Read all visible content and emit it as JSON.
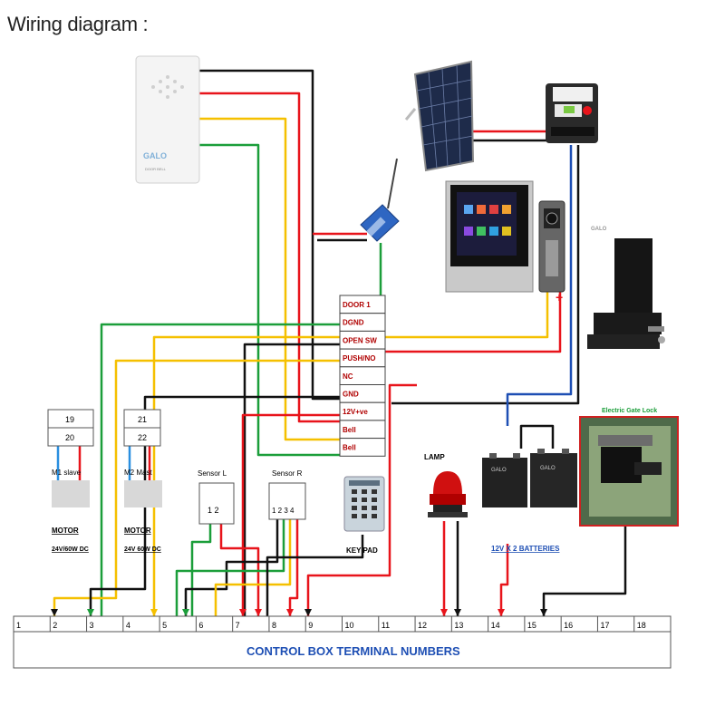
{
  "header": {
    "title": "Wiring diagram :"
  },
  "devices": {
    "doorbell_brand": "GALO",
    "doorbell_sub": "DOOR BELL",
    "lock_brand": "GALO",
    "lock_title": "Electric Gate Lock",
    "lamp": "LAMP",
    "keypad": "KEY PAD",
    "batteries": "12V X 2 BATTERIES",
    "battery_brand": "GALO",
    "sensor_l": "Sensor L",
    "sensor_l_pins": "1  2",
    "sensor_r": "Sensor R",
    "sensor_r_pins": "1 2 3 4"
  },
  "motors": {
    "m1_top": "19",
    "m1_bottom": "20",
    "m1_name": "M1 slave",
    "m1_type": "MOTOR",
    "m1_spec": "24V/60W DC",
    "m2_top": "21",
    "m2_bottom": "22",
    "m2_name": "M2 Mast",
    "m2_type": "MOTOR",
    "m2_spec": "24V 60W DC"
  },
  "ports": [
    "DOOR 1",
    "DGND",
    "OPEN SW",
    "PUSH/NO",
    "NC",
    "GND",
    "12V+ve",
    "Bell",
    "Bell"
  ],
  "terminal_numbers": [
    "1",
    "2",
    "3",
    "4",
    "5",
    "6",
    "7",
    "8",
    "9",
    "10",
    "11",
    "12",
    "13",
    "14",
    "15",
    "16",
    "17",
    "18"
  ],
  "control_box": {
    "label": "CONTROL BOX TERMINAL NUMBERS"
  },
  "monitor_plus": "+",
  "colors": {
    "red": "#e8141b",
    "black": "#111111",
    "yellow": "#f5c000",
    "green": "#1b9e3a",
    "blue": "#1e4fb4",
    "port_text": "#c00000"
  }
}
